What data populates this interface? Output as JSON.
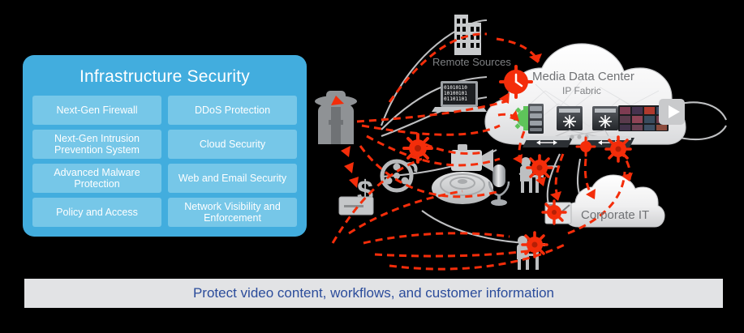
{
  "panel": {
    "title": "Infrastructure Security",
    "accent_color": "#42ADDE",
    "cell_color": "#76C7E8",
    "items": [
      {
        "label": "Next-Gen Firewall"
      },
      {
        "label": "DDoS Protection"
      },
      {
        "label": "Next-Gen Intrusion Prevention System"
      },
      {
        "label": "Cloud Security"
      },
      {
        "label": "Advanced Malware Protection"
      },
      {
        "label": "Web and Email Security"
      },
      {
        "label": "Policy and Access"
      },
      {
        "label": "Network Visibility and Enforcement"
      }
    ]
  },
  "banner": {
    "text": "Protect video content, workflows, and customer information",
    "text_color": "#2B4C9B",
    "background_color": "#E2E3E5"
  },
  "diagram": {
    "labels": {
      "remote_sources": "Remote Sources",
      "media_data_center": "Media Data Center",
      "ip_fabric": "IP Fabric",
      "corporate_it": "Corporate IT"
    },
    "threat_color": "#F42D0A",
    "icons": [
      {
        "name": "office-building-icon"
      },
      {
        "name": "laptop-binary-icon"
      },
      {
        "name": "hacker-spy-icon"
      },
      {
        "name": "virus-icon"
      },
      {
        "name": "film-reel-icon"
      },
      {
        "name": "credit-card-dollar-icon"
      },
      {
        "name": "satellite-dish-icon"
      },
      {
        "name": "microphone-icon"
      },
      {
        "name": "video-camera-icon"
      },
      {
        "name": "server-rack-icon"
      },
      {
        "name": "network-switch-icon"
      },
      {
        "name": "router-icon"
      },
      {
        "name": "video-wall-icon"
      },
      {
        "name": "play-button-icon"
      },
      {
        "name": "person-at-desk-icon"
      },
      {
        "name": "email-envelope-icon"
      },
      {
        "name": "media-data-center-cloud"
      },
      {
        "name": "corporate-it-cloud"
      }
    ]
  }
}
